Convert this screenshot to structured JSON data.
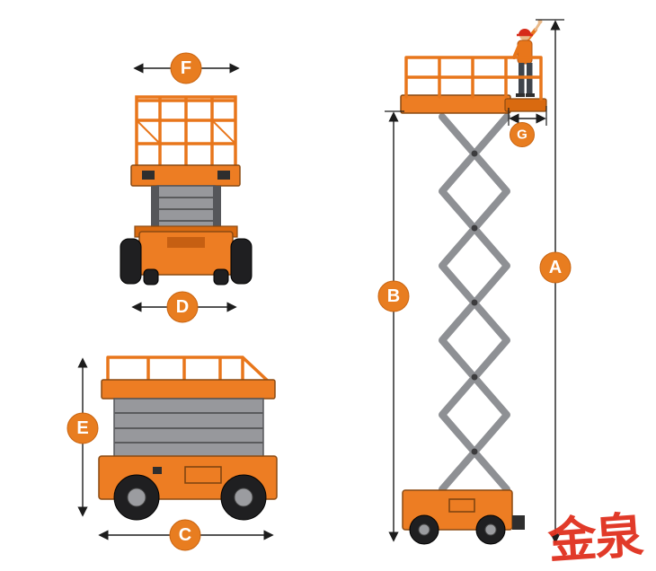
{
  "diagram": {
    "labels": {
      "A": "A",
      "B": "B",
      "C": "C",
      "D": "D",
      "E": "E",
      "F": "F",
      "G": "G"
    },
    "watermark": "金泉",
    "colors": {
      "machine_orange": "#ed7d23",
      "machine_orange_dark": "#d96a10",
      "label_circle": "#e87d20",
      "label_text": "#ffffff",
      "scissor_gray": "#8e9094",
      "tire_black": "#1f1f21",
      "dimension_line": "#1c1c1c",
      "watermark_red": "#e0301e",
      "background": "#ffffff"
    }
  }
}
